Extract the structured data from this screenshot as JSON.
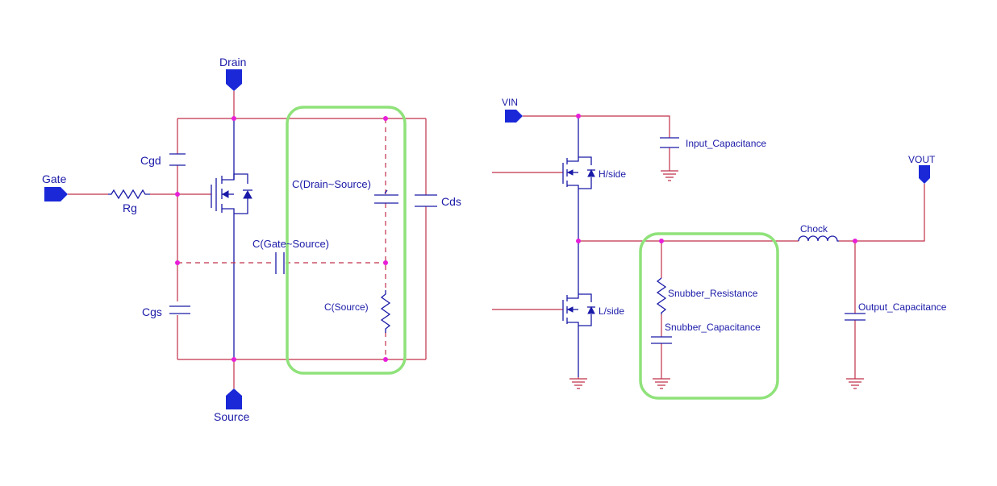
{
  "left": {
    "ports": {
      "drain": "Drain",
      "gate": "Gate",
      "source": "Source"
    },
    "labels": {
      "cgd": "Cgd",
      "cgs": "Cgs",
      "rg": "Rg",
      "cds": "Cds",
      "c_drain_source": "C(Drain~Source)",
      "c_gate_source": "C(Gate~Source)",
      "c_source": "C(Source)"
    }
  },
  "right": {
    "ports": {
      "vin": "VIN",
      "vout": "VOUT"
    },
    "labels": {
      "input_capacitance": "Input_Capacitance",
      "h_side": "H/side",
      "l_side": "L/side",
      "chock": "Chock",
      "snubber_resistance": "Snubber_Resistance",
      "snubber_capacitance": "Snubber_Capacitance",
      "output_capacitance": "Output_Capacitance"
    }
  },
  "colors": {
    "wire": "#c0304a",
    "component": "#1a1aa8",
    "node": "#e81ed8",
    "port": "#1a28d8",
    "highlight": "#8fe27a"
  }
}
